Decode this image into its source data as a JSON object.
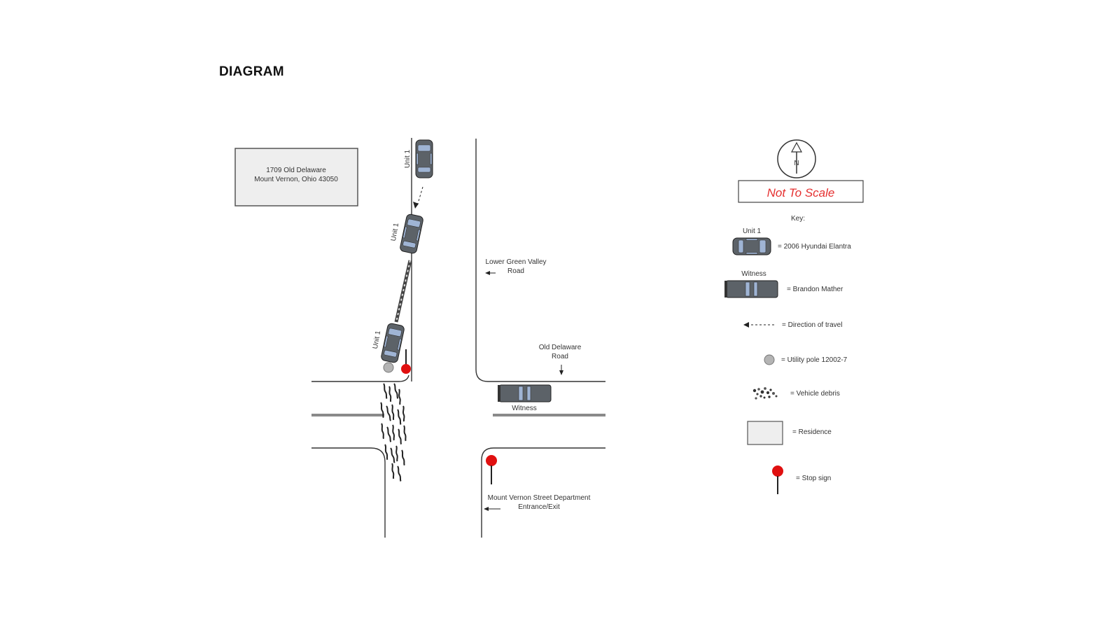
{
  "page_title": "DIAGRAM",
  "residence_label": {
    "line1": "1709 Old Delaware",
    "line2": "Mount Vernon, Ohio 43050"
  },
  "road_labels": {
    "lower_green_valley_line1": "Lower Green Valley",
    "lower_green_valley_line2": "Road",
    "old_delaware_line1": "Old Delaware",
    "old_delaware_line2": "Road",
    "street_dept_line1": "Mount Vernon Street Department",
    "street_dept_line2": "Entrance/Exit"
  },
  "vehicle_labels": {
    "unit": "Unit 1",
    "witness": "Witness"
  },
  "compass": {
    "north": "N"
  },
  "not_to_scale": "Not To Scale",
  "key": {
    "title": "Key:",
    "unit_caption": "Unit 1",
    "unit_desc": "= 2006 Hyundai Elantra",
    "witness_caption": "Witness",
    "witness_desc": "= Brandon Mather",
    "direction_desc": "= Direction of travel",
    "pole_desc": "= Utility pole 12002-7",
    "debris_desc": "= Vehicle debris",
    "residence_desc": "= Residence",
    "stop_desc": "= Stop sign"
  },
  "colors": {
    "stop_sign": "#e01010",
    "not_to_scale_text": "#e53030",
    "pole": "#b4b4b4",
    "car_body": "#5c6268",
    "car_glass": "#9fb4d4",
    "residence_fill": "#eeeeee"
  }
}
